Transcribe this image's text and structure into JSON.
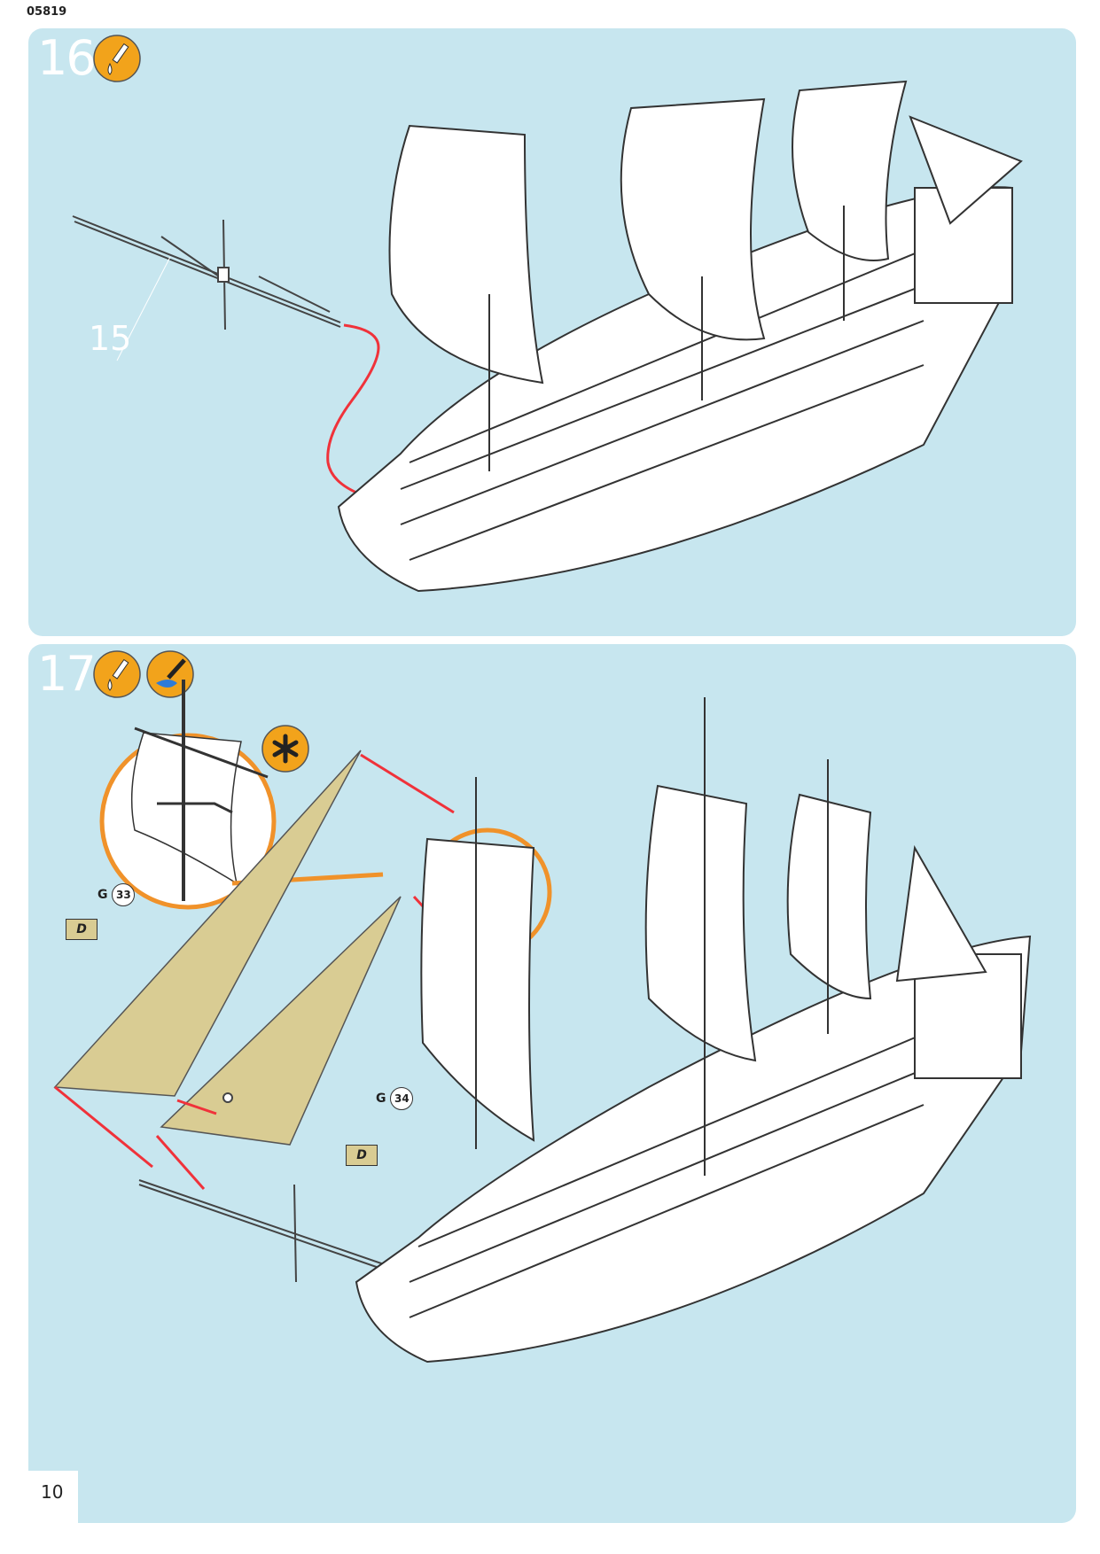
{
  "header": {
    "code": "05819"
  },
  "steps": [
    {
      "number": "16",
      "icons": [
        "glue-icon"
      ],
      "part": "15"
    },
    {
      "number": "17",
      "icons": [
        "glue-icon",
        "paint-brush-icon"
      ],
      "detail_icon": "asterisk-icon",
      "parts": [
        {
          "prefix": "G",
          "number": "33",
          "decal": "D"
        },
        {
          "prefix": "G",
          "number": "34",
          "decal": "D"
        }
      ]
    }
  ],
  "footer": {
    "page": "10"
  },
  "colors": {
    "panel": "#c7e6ef",
    "icon": "#f2a31b",
    "arrow": "#f0323a",
    "sail_part": "#d9cc93",
    "detail_ring": "#f0922a"
  }
}
